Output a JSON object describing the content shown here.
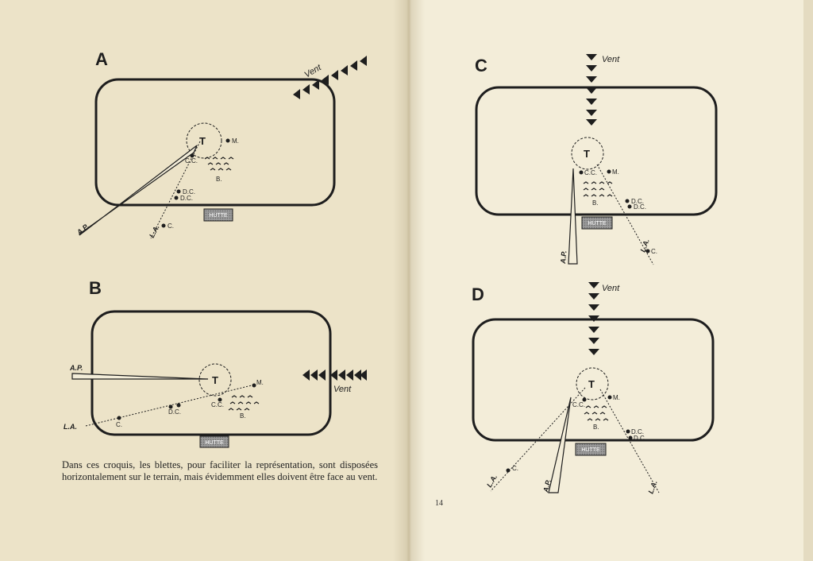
{
  "page": {
    "caption": "Dans ces croquis, les blettes, pour faciliter la représentation, sont disposées horizontalement sur le terrain, mais évidemment elles doivent être face au vent.",
    "number": "14"
  },
  "colors": {
    "ink": "#1e1e1e",
    "paper_left": "#ece3c8",
    "paper_right": "#f3edd9",
    "hut_fill": "#8e8e8e"
  },
  "labels": {
    "vent": "Vent",
    "hutte": "HUTTE",
    "tonneau": "T",
    "blettes": "B.",
    "cc": "C.C.",
    "m": "M.",
    "dc": "D.C.",
    "c": "C.",
    "ap": "A.P.",
    "la": "L.A."
  },
  "diagrams": {
    "A": {
      "letter": "A"
    },
    "B": {
      "letter": "B"
    },
    "C": {
      "letter": "C"
    },
    "D": {
      "letter": "D"
    }
  }
}
